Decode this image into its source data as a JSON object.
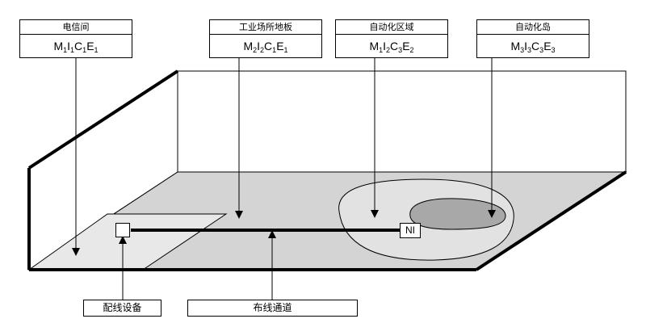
{
  "zones": [
    {
      "title": "电信间",
      "code": [
        [
          "M",
          "1"
        ],
        [
          "I",
          "1"
        ],
        [
          "C",
          "1"
        ],
        [
          "E",
          "1"
        ]
      ]
    },
    {
      "title": "工业场所地板",
      "code": [
        [
          "M",
          "2"
        ],
        [
          "I",
          "2"
        ],
        [
          "C",
          "1"
        ],
        [
          "E",
          "1"
        ]
      ]
    },
    {
      "title": "自动化区域",
      "code": [
        [
          "M",
          "1"
        ],
        [
          "I",
          "2"
        ],
        [
          "C",
          "3"
        ],
        [
          "E",
          "2"
        ]
      ]
    },
    {
      "title": "自动化岛",
      "code": [
        [
          "M",
          "3"
        ],
        [
          "I",
          "3"
        ],
        [
          "C",
          "3"
        ],
        [
          "E",
          "3"
        ]
      ]
    }
  ],
  "bottom_labels": {
    "distribution_device": "配线设备",
    "cabling_channel": "布线通道"
  },
  "node_label": "NI",
  "colors": {
    "floor": "#d4d4d4",
    "automation_area": "#e2e2e2",
    "automation_island": "#a8a8a8",
    "line": "#000000"
  }
}
